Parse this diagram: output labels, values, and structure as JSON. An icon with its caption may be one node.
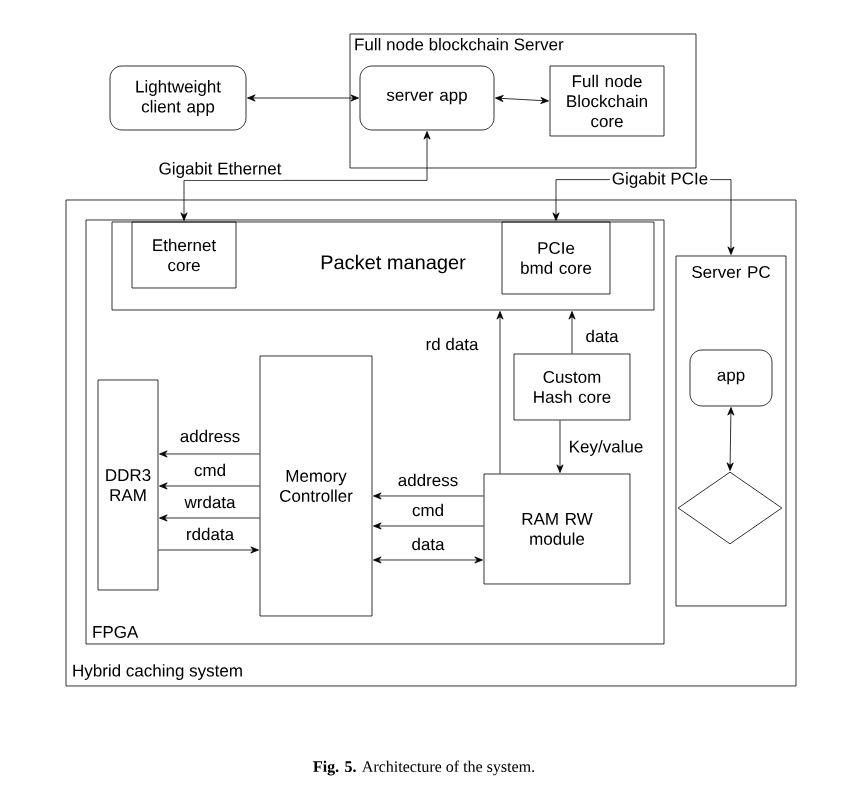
{
  "diagram": {
    "caption": "**Fig. 5.** Architecture of the system.",
    "nodes": [
      {
        "text": [
          "Full node blockchain Server"
        ]
      },
      {
        "text": [
          "Lightweight client app"
        ]
      },
      {
        "text": [
          "server app"
        ],
        "in": 0
      },
      {
        "text": [
          "Full node Blockchain core"
        ],
        "in": 0
      },
      {
        "text": [
          "Hybrid caching system"
        ]
      },
      {
        "text": [
          "FPGA"
        ],
        "in": 4
      },
      {
        "text": [
          "Packet manager"
        ],
        "in": 5
      },
      {
        "text": [
          "Ethernet core"
        ],
        "in": 6
      },
      {
        "text": [
          "PCIe bmd core"
        ],
        "in": 6
      },
      {
        "text": [
          "DDR3 RAM"
        ],
        "in": 5
      },
      {
        "text": [
          "Memory Controller"
        ],
        "in": 5
      },
      {
        "text": [
          "Custom Hash core"
        ],
        "in": 5
      },
      {
        "text": [
          "RAM RW module"
        ],
        "in": 5
      },
      {
        "text": [
          "Server PC"
        ],
        "in": 4
      },
      {
        "text": [
          "app"
        ],
        "in": 13
      },
      {
        "text": [],
        "shape": "diamond",
        "in": 13
      }
    ],
    "edges": [
      {
        "from": 1,
        "to": 2,
        "arrow": "both"
      },
      {
        "from": 2,
        "to": 3,
        "arrow": "both"
      },
      {
        "from": 2,
        "to": 7,
        "arrow": "both",
        "label": "Gigabit Ethernet"
      },
      {
        "from": 8,
        "to": 13,
        "arrow": "both",
        "label": "Gigabit PCIe"
      },
      {
        "from": 12,
        "to": 6,
        "arrow": "to",
        "label": "rd data"
      },
      {
        "from": 11,
        "to": 6,
        "arrow": "to",
        "label": "data"
      },
      {
        "from": 11,
        "to": 12,
        "arrow": "to",
        "label": "Key/value"
      },
      {
        "from": 10,
        "to": 9,
        "arrow": "to",
        "label": "address"
      },
      {
        "from": 10,
        "to": 9,
        "arrow": "to",
        "label": "cmd"
      },
      {
        "from": 10,
        "to": 9,
        "arrow": "to",
        "label": "wrdata"
      },
      {
        "from": 9,
        "to": 10,
        "arrow": "to",
        "label": "rddata"
      },
      {
        "from": 12,
        "to": 10,
        "arrow": "to",
        "label": "address"
      },
      {
        "from": 12,
        "to": 10,
        "arrow": "to",
        "label": "cmd"
      },
      {
        "from": 12,
        "to": 10,
        "arrow": "both",
        "label": "data"
      },
      {
        "from": 14,
        "to": 15,
        "arrow": "both"
      }
    ]
  }
}
